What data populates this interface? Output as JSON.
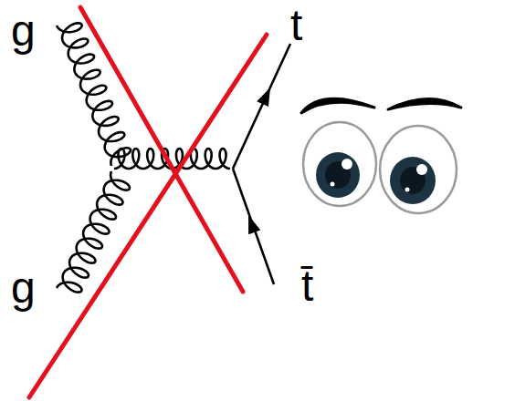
{
  "diagram": {
    "labels": [
      "g",
      "g",
      "t",
      "t̄"
    ]
  }
}
